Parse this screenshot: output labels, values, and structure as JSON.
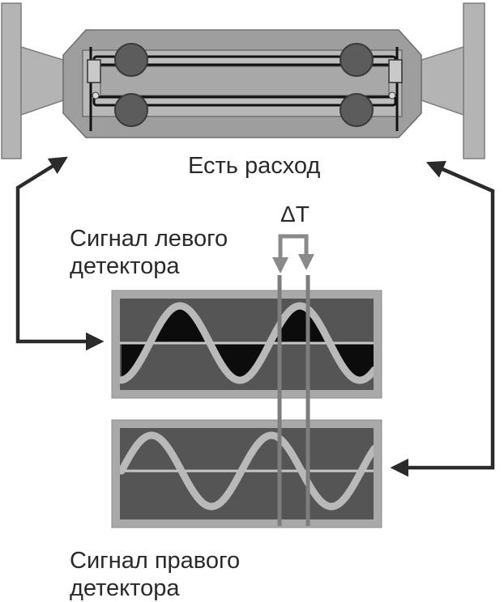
{
  "labels": {
    "flow_state": "Есть расход",
    "left_signal_line1": "Сигнал левого",
    "left_signal_line2": "детектора",
    "right_signal_line1": "Сигнал правого",
    "right_signal_line2": "детектора",
    "delta_t": "ΔT"
  },
  "colors": {
    "flange": "#b4b4b4",
    "meter_body": "#9e9e9e",
    "panel_frame": "#a9a9a9",
    "panel_bg": "#555555",
    "wave": "#b9b9b9",
    "arrow": "#2b2b2b",
    "lobe": "#0c0c0c"
  }
}
